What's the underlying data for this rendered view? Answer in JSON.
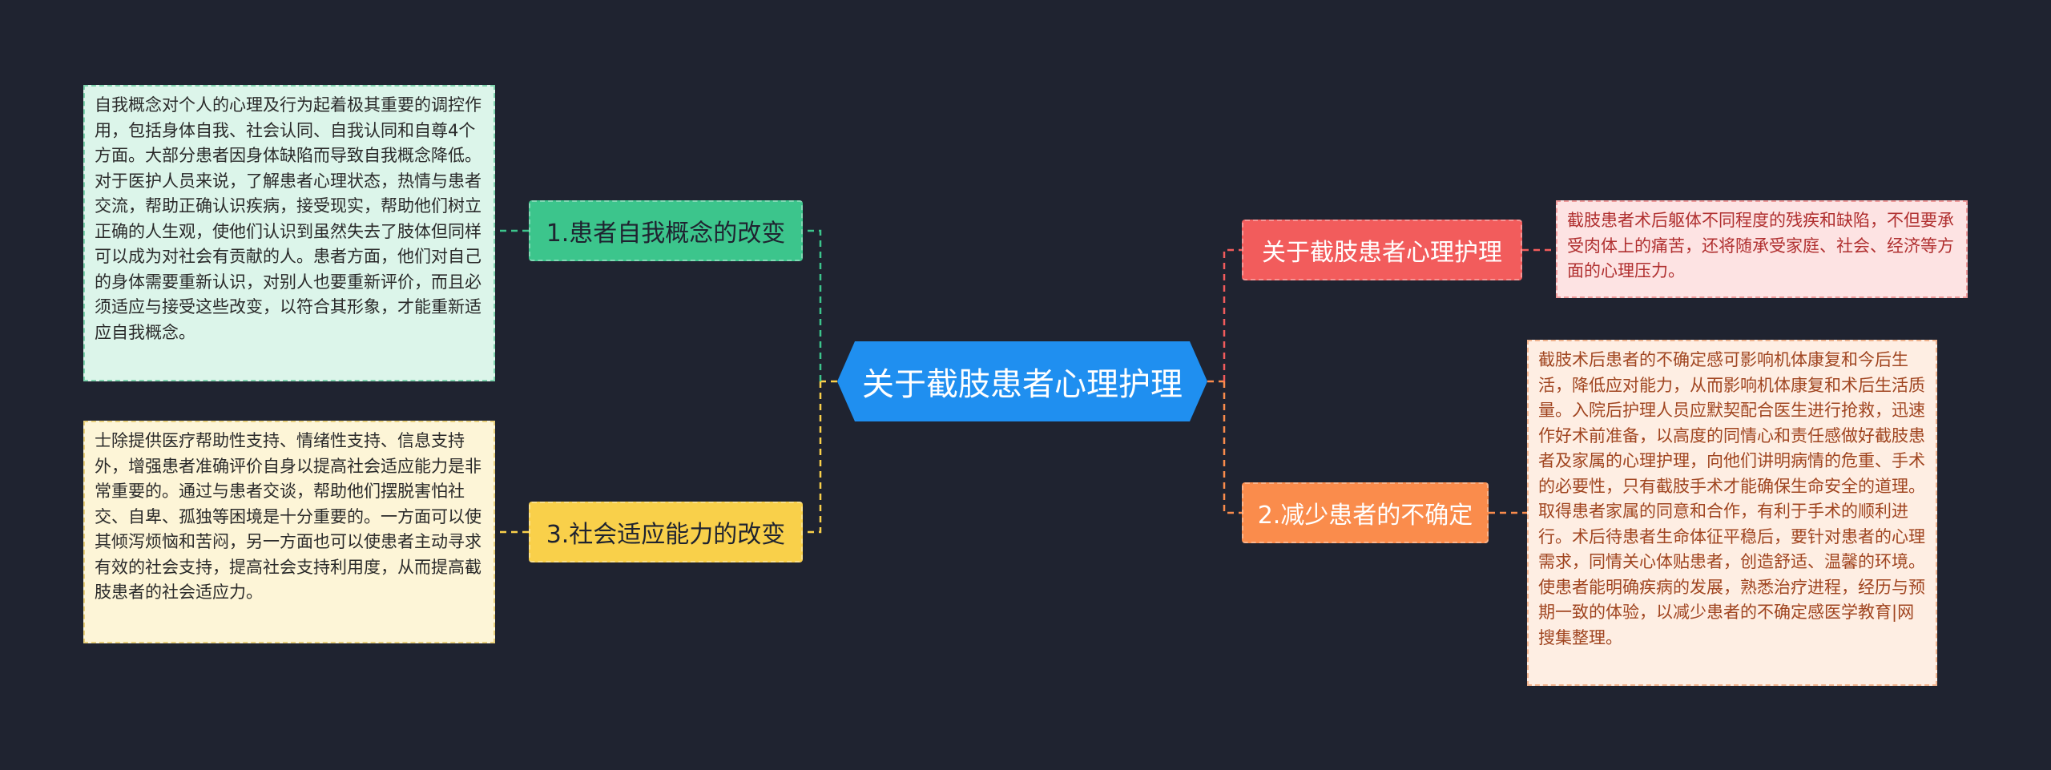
{
  "colors": {
    "background": "#1f2330",
    "root": "#1f8ff0",
    "green": "#3cc58c",
    "yellow": "#f9d04a",
    "red": "#f25c5c",
    "orange": "#fa8c4c"
  },
  "root": {
    "label": "关于截肢患者心理护理"
  },
  "left_branches": [
    {
      "label": "1.患者自我概念的改变",
      "detail": "自我概念对个人的心理及行为起着极其重要的调控作用，包括身体自我、社会认同、自我认同和自尊4个方面。大部分患者因身体缺陷而导致自我概念降低。对于医护人员来说，了解患者心理状态，热情与患者交流，帮助正确认识疾病，接受现实，帮助他们树立正确的人生观，使他们认识到虽然失去了肢体但同样可以成为对社会有贡献的人。患者方面，他们对自己的身体需要重新认识，对别人也要重新评价，而且必须适应与接受这些改变，以符合其形象，才能重新适应自我概念。"
    },
    {
      "label": "3.社会适应能力的改变",
      "detail": "士除提供医疗帮助性支持、情绪性支持、信息支持外，增强患者准确评价自身以提高社会适应能力是非常重要的。通过与患者交谈，帮助他们摆脱害怕社交、自卑、孤独等困境是十分重要的。一方面可以使其倾泻烦恼和苦闷，另一方面也可以使患者主动寻求有效的社会支持，提高社会支持利用度，从而提高截肢患者的社会适应力。"
    }
  ],
  "right_branches": [
    {
      "label": "关于截肢患者心理护理",
      "detail": "截肢患者术后躯体不同程度的残疾和缺陷，不但要承受肉体上的痛苦，还将随承受家庭、社会、经济等方面的心理压力。"
    },
    {
      "label": "2.减少患者的不确定",
      "detail": "截肢术后患者的不确定感可影响机体康复和今后生活，降低应对能力，从而影响机体康复和术后生活质量。入院后护理人员应默契配合医生进行抢救，迅速作好术前准备，以高度的同情心和责任感做好截肢患者及家属的心理护理，向他们讲明病情的危重、手术的必要性，只有截肢手术才能确保生命安全的道理。取得患者家属的同意和合作，有利于手术的顺利进行。术后待患者生命体征平稳后，要针对患者的心理需求，同情关心体贴患者，创造舒适、温馨的环境。使患者能明确疾病的发展，熟悉治疗进程，经历与预期一致的体验，以减少患者的不确定感医学教育|网搜集整理。"
    }
  ]
}
